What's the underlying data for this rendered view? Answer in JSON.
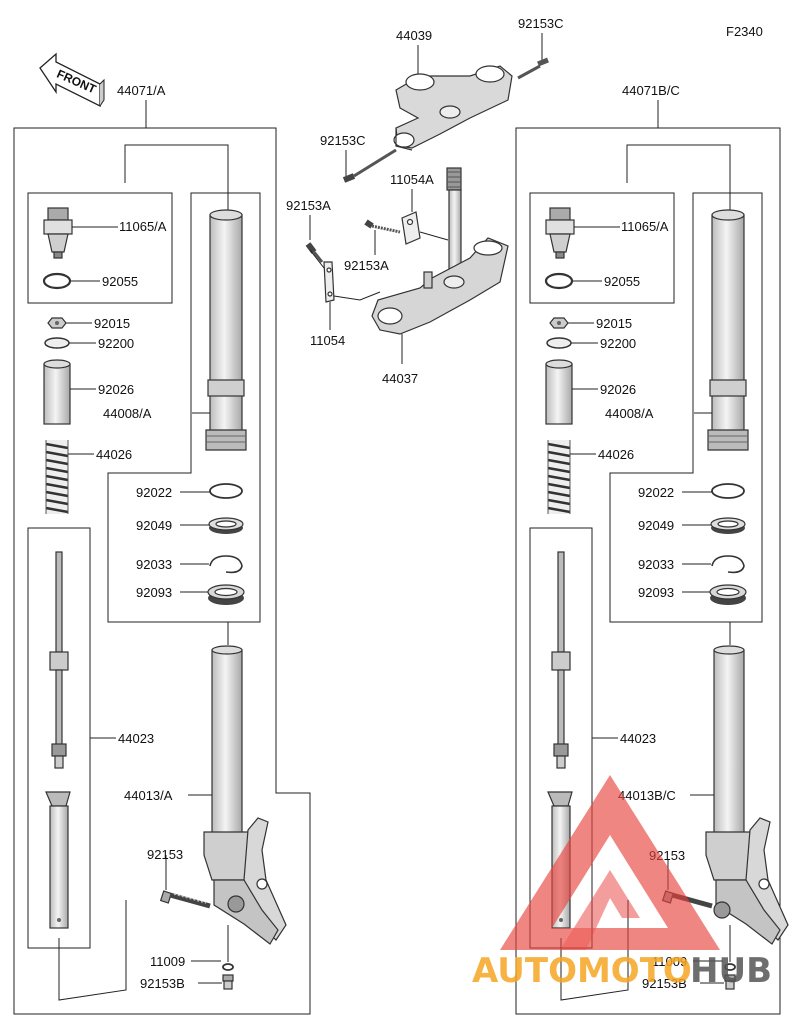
{
  "figure_code": "F2340",
  "front_label": "FRONT",
  "colors": {
    "line": "#222222",
    "part_fill": "#e6e6e6",
    "part_dark": "#9a9a9a",
    "watermark_red": "#e8413c",
    "watermark_orange": "#f5a623",
    "watermark_gray": "#555555"
  },
  "left_fork": {
    "assembly": "44071/A",
    "parts": {
      "cap_bolt": "11065/A",
      "o_ring": "92055",
      "nut": "92015",
      "washer": "92200",
      "collar": "92026",
      "inner_tube": "44008/A",
      "spring": "44026",
      "bushing": "92022",
      "oil_seal": "92049",
      "circlip": "92033",
      "dust_seal": "92093",
      "cartridge": "44023",
      "outer_tube": "44013/A",
      "axle_bolt": "92153",
      "gasket": "11009",
      "drain_bolt": "92153B"
    }
  },
  "right_fork": {
    "assembly": "44071B/C",
    "parts": {
      "cap_bolt": "11065/A",
      "o_ring": "92055",
      "nut": "92015",
      "washer": "92200",
      "collar": "92026",
      "inner_tube": "44008/A",
      "spring": "44026",
      "bushing": "92022",
      "oil_seal": "92049",
      "circlip": "92033",
      "dust_seal": "92093",
      "cartridge": "44023",
      "outer_tube": "44013B/C",
      "axle_bolt": "92153",
      "gasket": "11009",
      "drain_bolt": "92153B"
    }
  },
  "center": {
    "upper_bracket": "44039",
    "bolt_top": "92153C",
    "bolt_mid": "92153C",
    "bracket_small": "11054A",
    "bolt_left": "92153A",
    "bolt_inner": "92153A",
    "stay": "11054",
    "lower_bracket": "44037"
  },
  "watermark": {
    "part1": "AUTOMOTO",
    "part2": "HUB"
  }
}
